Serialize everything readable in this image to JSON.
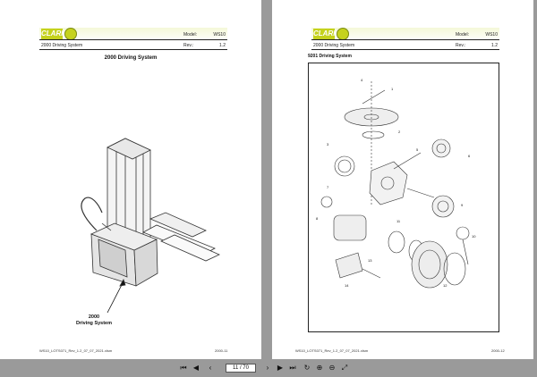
{
  "left_page": {
    "logo_text": "CLARK",
    "section": "2000 Driving System",
    "model_label": "Model:",
    "model_value": "WS10",
    "rev_label": "Rev.:",
    "rev_value": "1.2",
    "title": "2000 Driving System",
    "callout_number": "2000",
    "callout_label": "Driving System",
    "footer_file": "WS10_LOTS071_Rev_1.2_07_07_2021.xlsm",
    "footer_page": "2000-11"
  },
  "right_page": {
    "logo_text": "CLARK",
    "section": "2000 Driving System",
    "model_label": "Model:",
    "model_value": "WS10",
    "rev_label": "Rev.:",
    "rev_value": "1.2",
    "figure_title": "9201 Driving System",
    "footer_file": "WS10_LOTS071_Rev_1.2_07_07_2021.xlsm",
    "footer_page": "2000-12"
  },
  "toolbar": {
    "page_indicator": "11 / 70",
    "icons": [
      "first-page-icon",
      "prev-page-icon",
      "next-page-icon",
      "last-page-icon",
      "zoom-in-icon",
      "zoom-out-icon",
      "fit-icon"
    ]
  },
  "colors": {
    "brand": "#c5d21d",
    "background": "#9a9a9a"
  }
}
